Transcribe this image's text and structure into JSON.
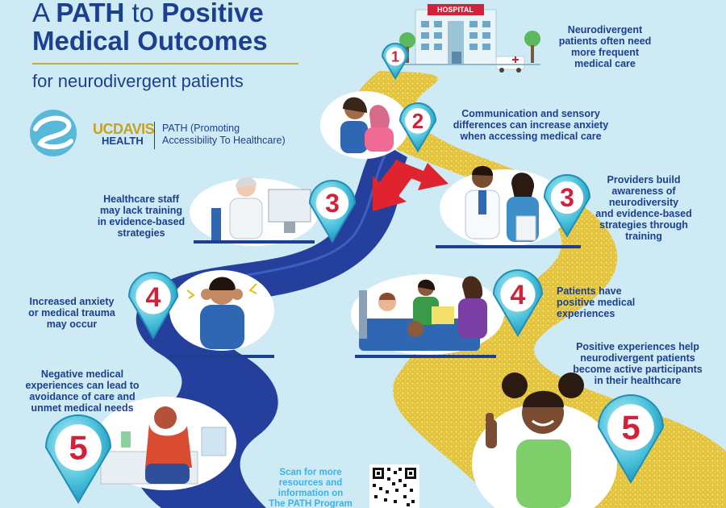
{
  "header": {
    "title_a": "A",
    "title_path": "PATH",
    "title_to": "to",
    "title_positive": "Positive",
    "title_line2": "Medical Outcomes",
    "subtitle": "for neurodivergent patients"
  },
  "brand": {
    "uc": "UC",
    "davis": "DAVIS",
    "health": "HEALTH",
    "program_line1": "PATH (Promoting",
    "program_line2": "Accessibility To Healthcare)"
  },
  "hospital_sign": "HOSPITAL",
  "steps_right": [
    {
      "number": "1",
      "lines": [
        "Neurodivergent",
        "patients often need",
        "more frequent",
        "medical care"
      ]
    },
    {
      "number": "2",
      "lines": [
        "Communication and sensory",
        "differences can increase anxiety",
        "when accessing medical care"
      ]
    },
    {
      "number": "3",
      "lines": [
        "Providers build",
        "awareness of",
        "neurodiversity",
        "and evidence-based",
        "strategies through",
        "training"
      ]
    },
    {
      "number": "4",
      "lines": [
        "Patients have",
        "positive medical",
        "experiences"
      ]
    },
    {
      "number": "5",
      "lines": [
        "Positive experiences help",
        "neurodivergent patients",
        "become active participants",
        "in their healthcare"
      ]
    }
  ],
  "steps_left": [
    {
      "number": "3",
      "lines": [
        "Healthcare staff",
        "may lack training",
        "in evidence-based",
        "strategies"
      ]
    },
    {
      "number": "4",
      "lines": [
        "Increased anxiety",
        "or medical trauma",
        "may occur"
      ]
    },
    {
      "number": "5",
      "lines": [
        "Negative medical",
        "experiences can lead to",
        "avoidance of care and",
        "unmet medical needs"
      ]
    }
  ],
  "scan_text": [
    "Scan for more",
    "resources and",
    "information on",
    "The PATH Program"
  ],
  "colors": {
    "background": "#cdeaf5",
    "title_blue": "#1c3f8f",
    "gold_path": "#e7c94a",
    "blue_path": "#243f9c",
    "pin_red": "#d0223a",
    "arrow_red": "#e0242f"
  }
}
